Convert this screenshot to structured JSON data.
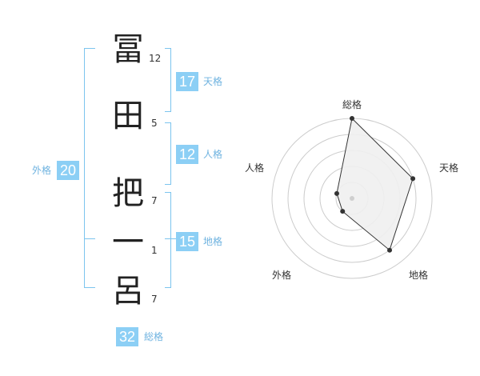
{
  "name": {
    "chars": [
      {
        "char": "冨",
        "strokes": "12"
      },
      {
        "char": "田",
        "strokes": "5"
      },
      {
        "char": "把",
        "strokes": "7"
      },
      {
        "char": "一",
        "strokes": "1"
      },
      {
        "char": "呂",
        "strokes": "7"
      }
    ]
  },
  "fortunes": {
    "tenkaku": {
      "value": "17",
      "label": "天格"
    },
    "jinkaku": {
      "value": "12",
      "label": "人格"
    },
    "chikaku": {
      "value": "15",
      "label": "地格"
    },
    "gaikaku": {
      "value": "20",
      "label": "外格"
    },
    "soukaku": {
      "value": "32",
      "label": "総格"
    }
  },
  "colors": {
    "accent": "#8ccff5",
    "accent_text": "#6fb3e0",
    "radar_fill": "#efefef",
    "ring": "#cccccc"
  },
  "chart_data": {
    "type": "radar",
    "axes": [
      "総格",
      "天格",
      "地格",
      "外格",
      "人格"
    ],
    "values": [
      5,
      4,
      4,
      1,
      1
    ],
    "range": [
      0,
      5
    ],
    "rings": 5
  }
}
